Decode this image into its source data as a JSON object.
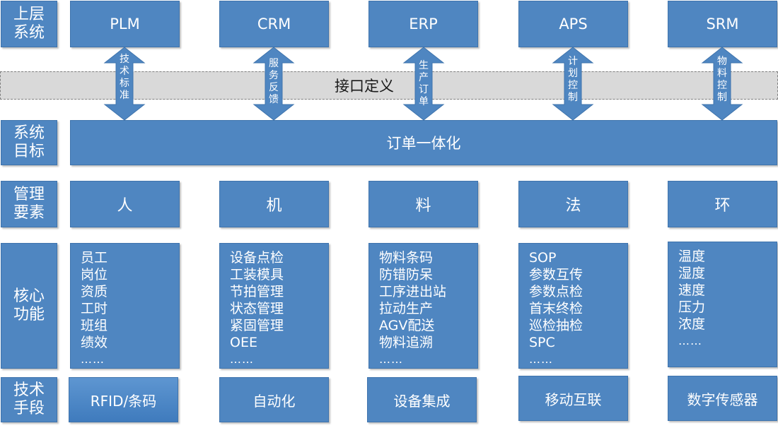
{
  "rows": {
    "upper": "上层\n系统",
    "goal": "系统\n目标",
    "mgmt": "管理\n要素",
    "func": "核心\n功能",
    "tech": "技术\n手段"
  },
  "upper_systems": [
    "PLM",
    "CRM",
    "ERP",
    "APS",
    "SRM"
  ],
  "interface_label": "接口定义",
  "arrow_labels": [
    [
      "技",
      "术",
      "标",
      "准"
    ],
    [
      "服",
      "务",
      "反",
      "馈"
    ],
    [
      "生",
      "产",
      "订",
      "单"
    ],
    [
      "计",
      "划",
      "控",
      "制"
    ],
    [
      "物",
      "料",
      "控",
      "制"
    ]
  ],
  "goal_label": "订单一体化",
  "mgmt_elements": [
    "人",
    "机",
    "料",
    "法",
    "环"
  ],
  "functions": [
    [
      "员工",
      "岗位",
      "资质",
      "工时",
      "班组",
      "绩效",
      "……"
    ],
    [
      "设备点检",
      "工装模具",
      "节拍管理",
      "状态管理",
      "紧固管理",
      "OEE",
      "……"
    ],
    [
      "物料条码",
      "防错防呆",
      "工序进出站",
      "拉动生产",
      "AGV配送",
      "物料追溯",
      "……"
    ],
    [
      "SOP",
      "参数互传",
      "参数点检",
      "首末终检",
      "巡检抽检",
      "SPC",
      "……"
    ],
    [
      "温度",
      "湿度",
      "速度",
      "压力",
      "浓度",
      "……"
    ]
  ],
  "tech_means": [
    "RFID/条码",
    "自动化",
    "设备集成",
    "移动互联",
    "数字传感器"
  ],
  "colors": {
    "box": "#4f86c1",
    "band": "#d9d9d9"
  }
}
